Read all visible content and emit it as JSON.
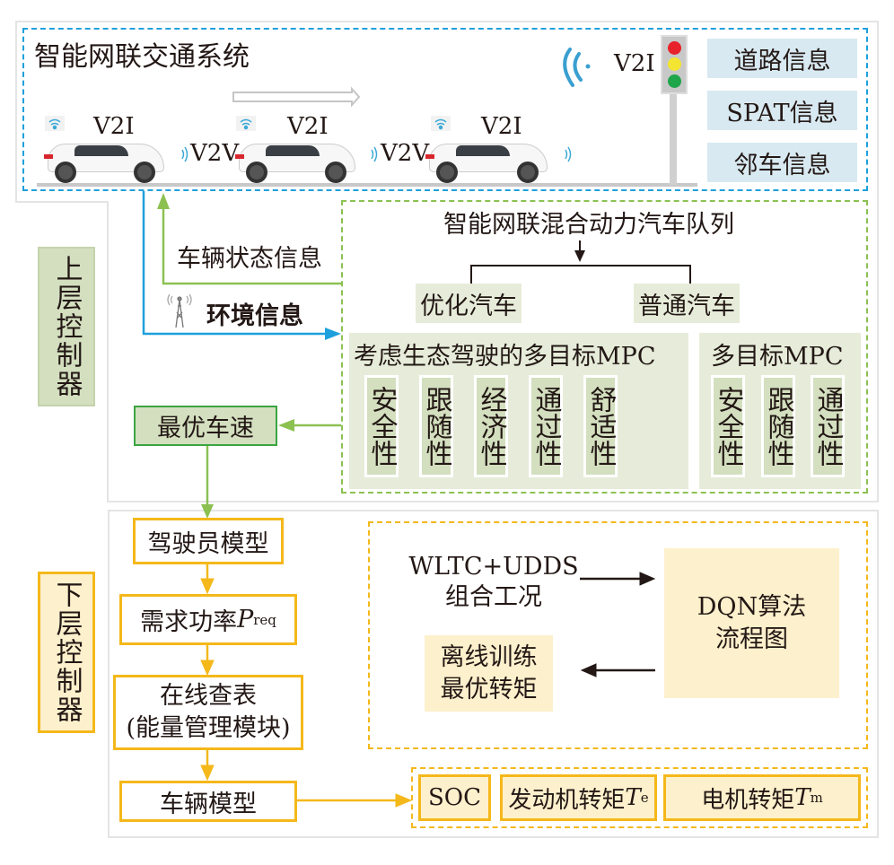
{
  "top_system": {
    "title": "智能网联交通系统",
    "v2i_label": "V2I",
    "v2v_label": "V2V",
    "info_boxes": [
      "道路信息",
      "SPAT信息",
      "邻车信息"
    ],
    "traffic_light_colors": [
      "#e8222a",
      "#f3e531",
      "#1fa54a"
    ]
  },
  "upper_controller": {
    "label": "上层控制器",
    "vehicle_state_info": "车辆状态信息",
    "environment_info": "环境信息",
    "optimal_speed": "最优车速",
    "platoon_title": "智能网联混合动力汽车队列",
    "optimized_car": "优化汽车",
    "normal_car": "普通汽车",
    "eco_mpc_title": "考虑生态驾驶的多目标MPC",
    "eco_mpc_objectives": [
      "安全性",
      "跟随性",
      "经济性",
      "通过性",
      "舒适性"
    ],
    "mpc_title": "多目标MPC",
    "mpc_objectives": [
      "安全性",
      "跟随性",
      "通过性"
    ]
  },
  "lower_controller": {
    "label": "下层控制器",
    "driver_model": "驾驶员模型",
    "demand_power": "需求功率",
    "demand_power_var": "P",
    "demand_power_sub": "req",
    "lookup_line1": "在线查表",
    "lookup_line2": "(能量管理模块)",
    "vehicle_model": "车辆模型",
    "cycle_line1": "WLTC+UDDS",
    "cycle_line2": "组合工况",
    "dqn_line1": "DQN算法",
    "dqn_line2": "流程图",
    "offline_line1": "离线训练",
    "offline_line2": "最优转矩",
    "outputs": {
      "soc": "SOC",
      "engine_torque": "发动机转矩",
      "engine_var": "T",
      "engine_sub": "e",
      "motor_torque": "电机转矩",
      "motor_var": "T",
      "motor_sub": "m"
    }
  },
  "colors": {
    "blue": "#1ea0dc",
    "green": "#8cc152",
    "dark_green": "#3aa541",
    "yellow": "#f4b81a",
    "info_box_bg": "#d8e9f1",
    "green_bg": "#e6ecd9",
    "yellow_bg": "#fdf0cc"
  }
}
